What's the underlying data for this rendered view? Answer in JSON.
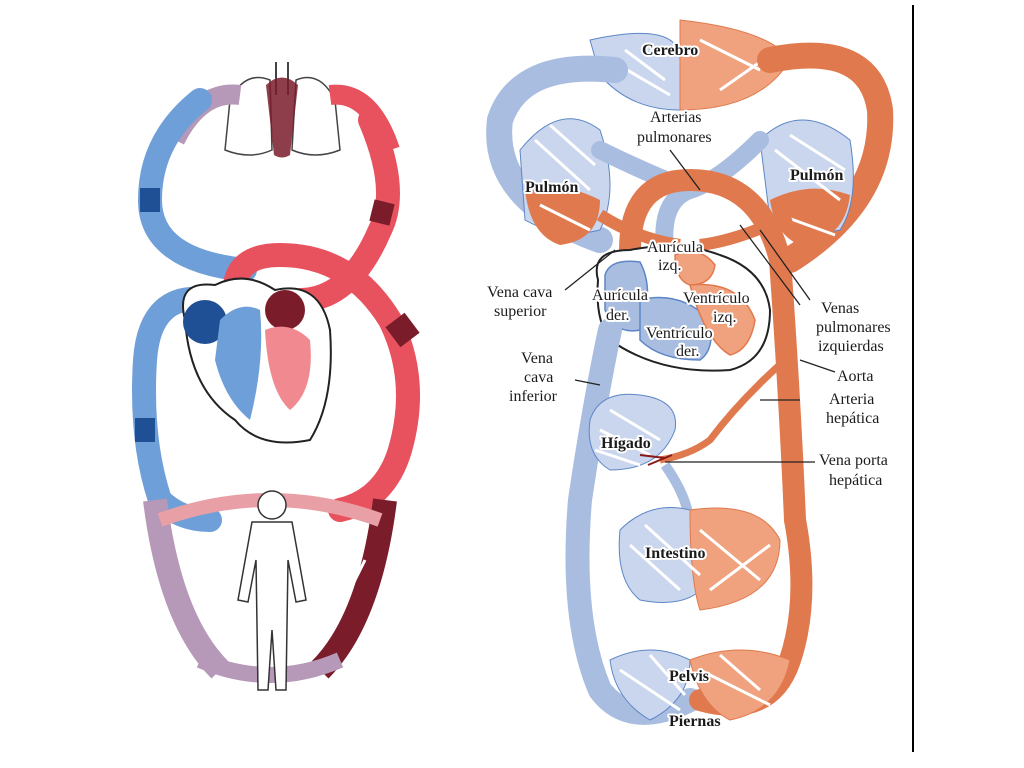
{
  "colors": {
    "vein": "#a9bde0",
    "vein_light": "#c9d6ee",
    "vein_dark": "#5d86c6",
    "artery": "#e07a4e",
    "artery_light": "#f0a27e",
    "left_vein": "#6f9fd8",
    "left_vein_dark": "#1f4f95",
    "left_artery": "#e8515e",
    "left_artery_dark": "#7a1c2a",
    "mix": "#b698b8",
    "outline": "#222222"
  },
  "labels": {
    "cerebro": "Cerebro",
    "arterias": "Arterias",
    "pulmonares": "pulmonares",
    "pulmon_left": "Pulmón",
    "pulmon_right": "Pulmón",
    "auricula_izq_1": "Aurícula",
    "auricula_izq_2": "izq.",
    "ventriculo_izq_1": "Ventrículo",
    "ventriculo_izq_2": "izq.",
    "auricula_der_1": "Aurícula",
    "auricula_der_2": "der.",
    "ventriculo_der_1": "Ventrículo",
    "ventriculo_der_2": "der.",
    "vena_cava_sup_1": "Vena cava",
    "vena_cava_sup_2": "superior",
    "vena_cava_inf_1": "Vena",
    "vena_cava_inf_2": "cava",
    "vena_cava_inf_3": "inferior",
    "venas_pulm_1": "Venas",
    "venas_pulm_2": "pulmonares",
    "venas_pulm_3": "izquierdas",
    "aorta": "Aorta",
    "arteria_hep_1": "Arteria",
    "arteria_hep_2": "hepática",
    "higado": "Hígado",
    "vena_porta_1": "Vena porta",
    "vena_porta_2": "hepática",
    "intestino": "Intestino",
    "pelvis": "Pelvis",
    "piernas": "Piernas"
  }
}
